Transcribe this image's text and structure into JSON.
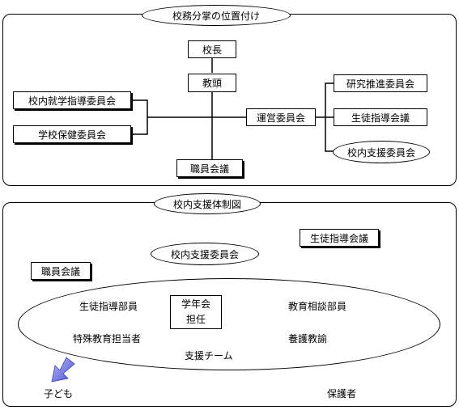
{
  "section1": {
    "title": "校務分掌の位置付け",
    "principal": "校長",
    "vice_principal": "教頭",
    "committee_employment": "校内就学指導委員会",
    "committee_health": "学校保健委員会",
    "management_committee": "運営委員会",
    "research_committee": "研究推進委員会",
    "guidance_meeting": "生徒指導会議",
    "support_committee": "校内支援委員会",
    "staff_meeting": "職員会議"
  },
  "section2": {
    "title": "校内支援体制図",
    "support_committee": "校内支援委員会",
    "guidance_meeting": "生徒指導会議",
    "staff_meeting": "職員会議",
    "grade_teacher_line1": "学年会",
    "grade_teacher_line2": "担任",
    "guidance_dept": "生徒指導部員",
    "counseling_dept": "教育相談部員",
    "special_ed": "特殊教育担当者",
    "nurse_teacher": "養護教諭",
    "support_team": "支援チーム",
    "child": "子ども",
    "guardian": "保護者"
  },
  "colors": {
    "child_arrow": "#4a4fd6"
  },
  "icons": {
    "child_pointer": "down-left-arrow-icon"
  }
}
